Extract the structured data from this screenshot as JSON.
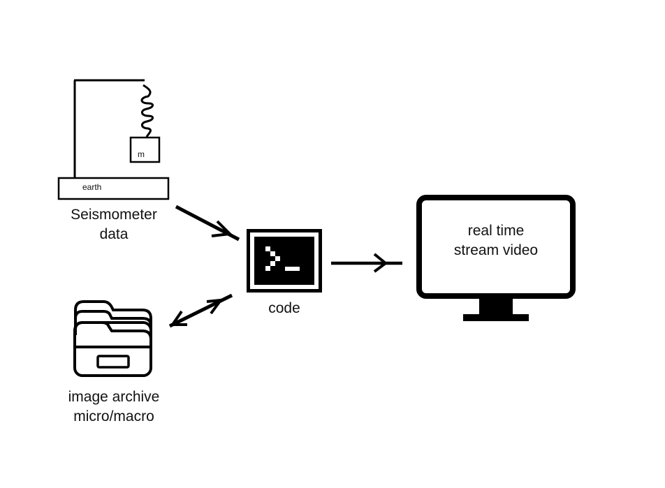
{
  "diagram": {
    "nodes": {
      "seismometer": {
        "label_line1": "Seismometer",
        "label_line2": "data",
        "mass_label": "m",
        "base_label": "earth"
      },
      "code": {
        "label": "code",
        "prompt": ">_"
      },
      "monitor": {
        "line1": "real time",
        "line2": "stream video"
      },
      "archive": {
        "label_line1": "image archive",
        "label_line2": "micro/macro"
      }
    },
    "edges": [
      {
        "from": "seismometer",
        "to": "code",
        "direction": "one-way"
      },
      {
        "from": "code",
        "to": "archive",
        "direction": "two-way"
      },
      {
        "from": "code",
        "to": "monitor",
        "direction": "one-way"
      }
    ]
  }
}
